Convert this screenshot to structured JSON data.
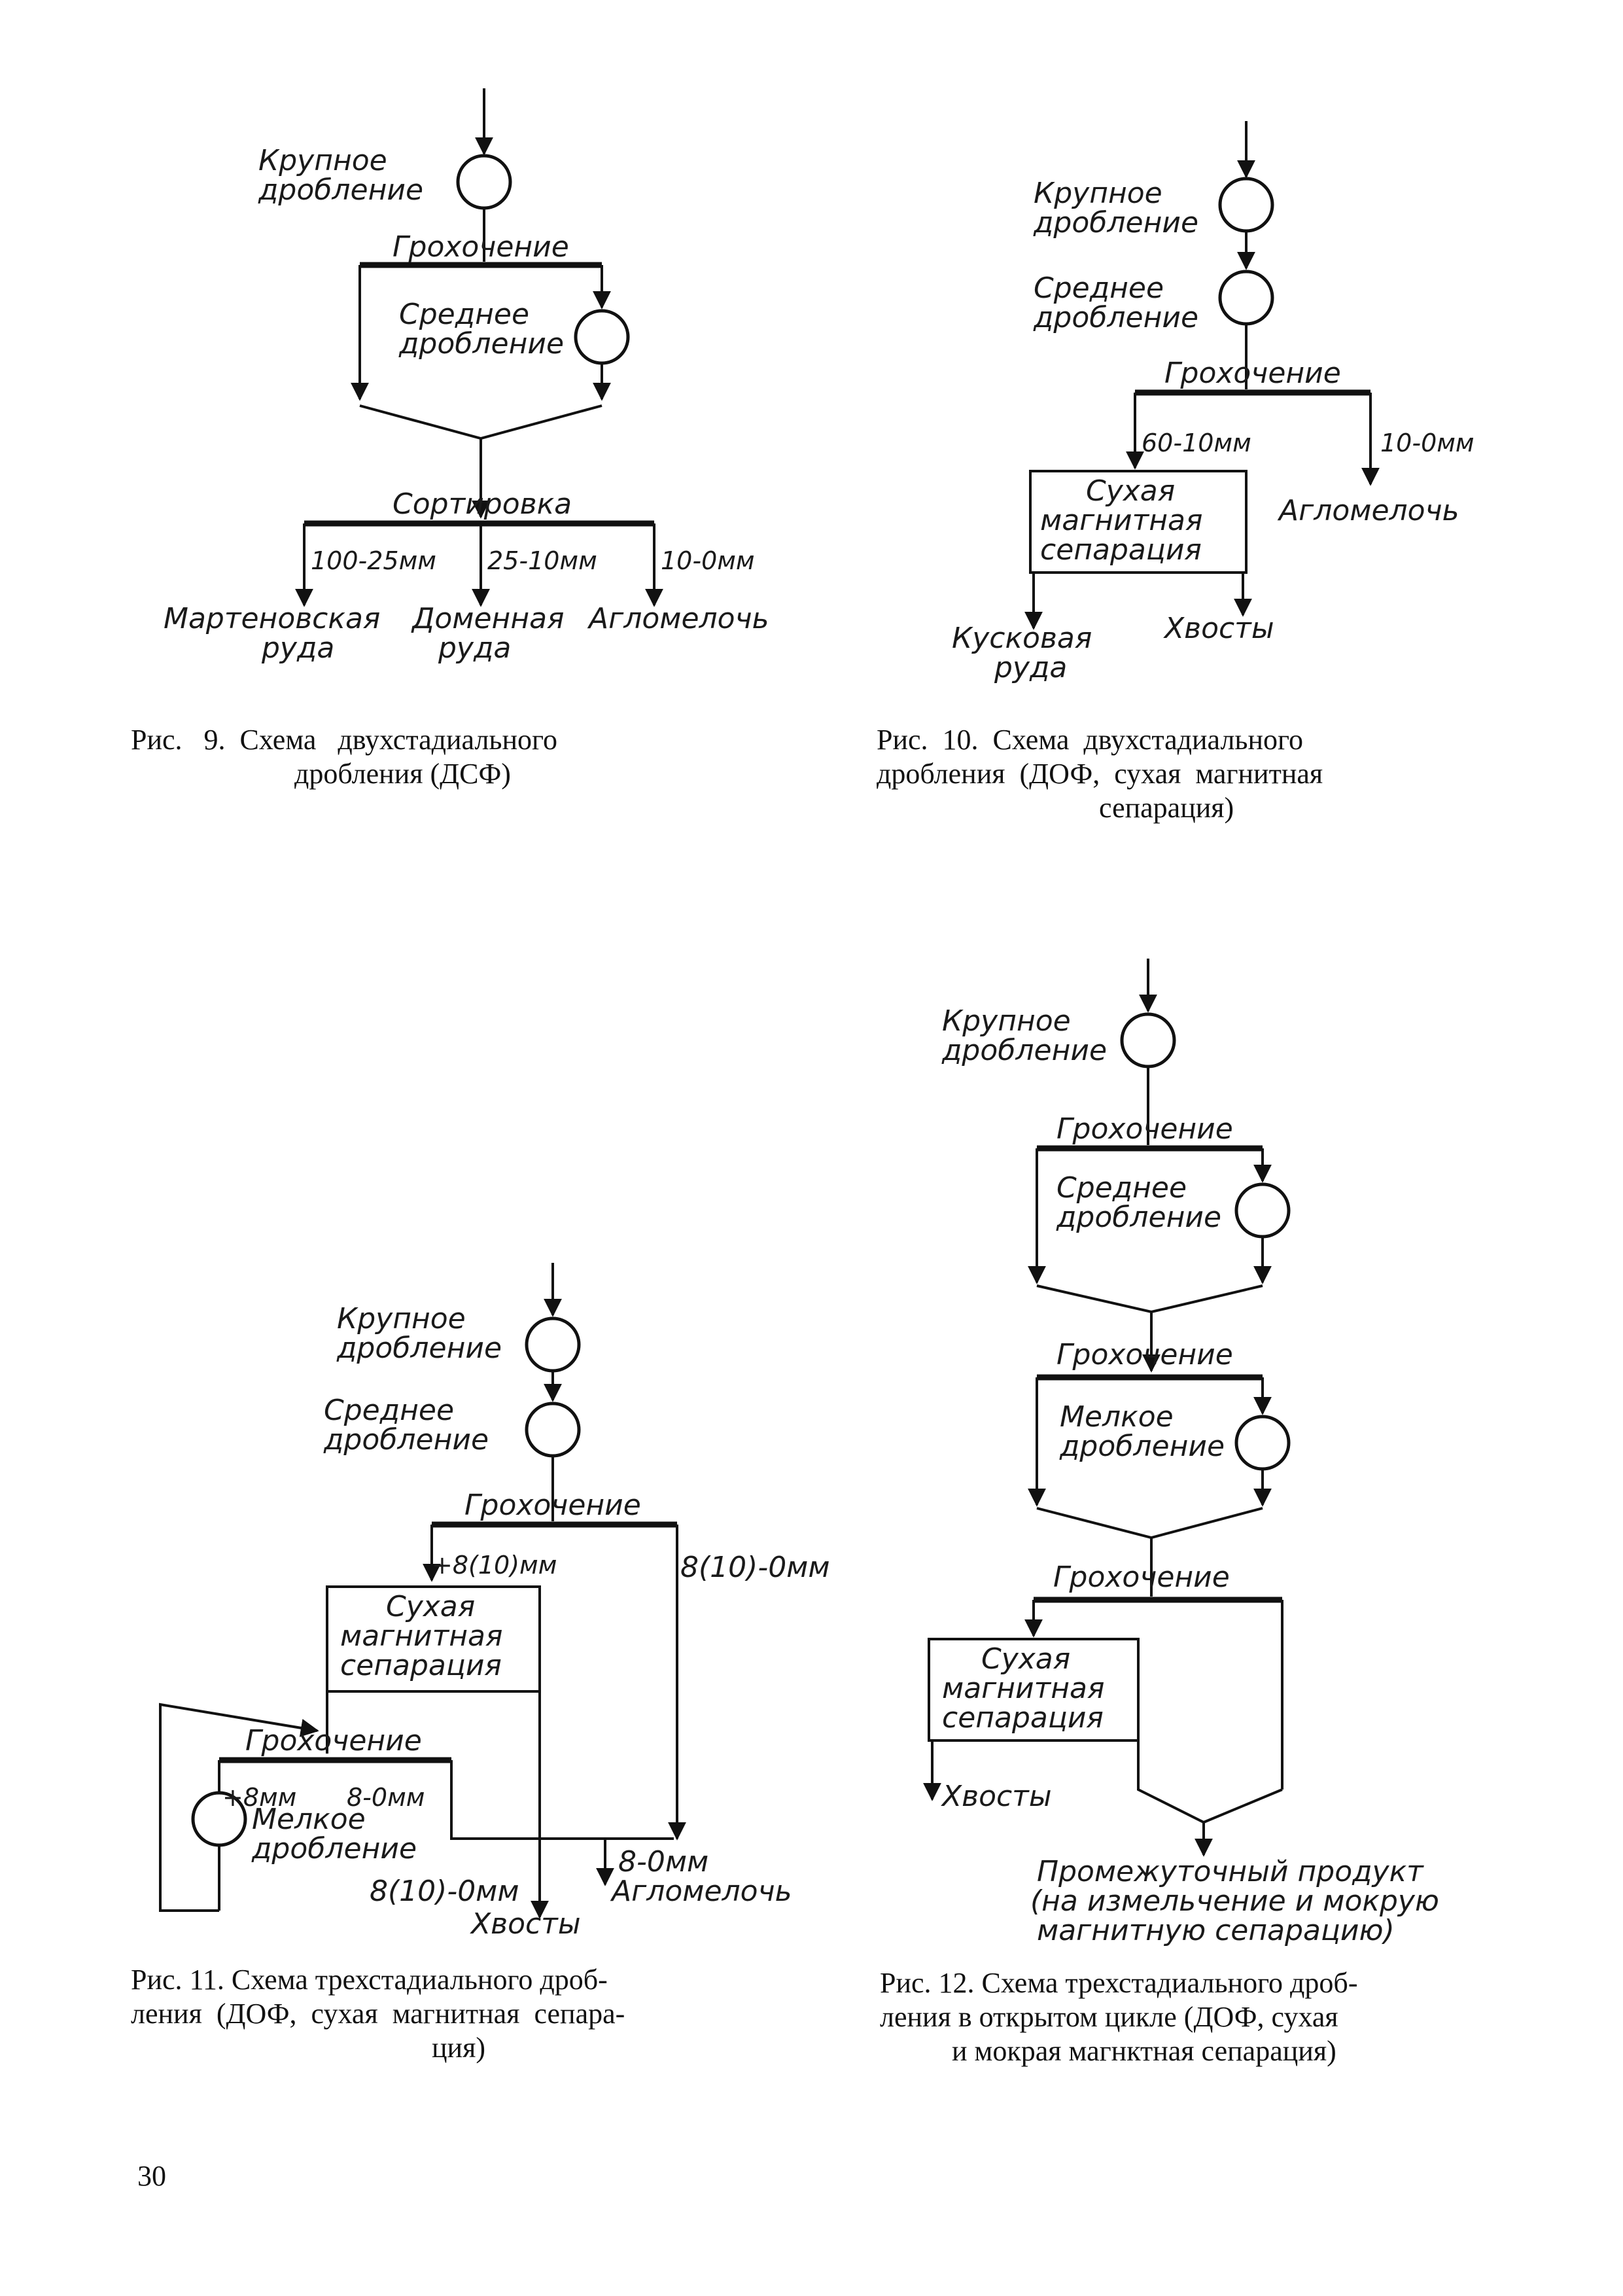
{
  "fig9": {
    "labels": {
      "coarse": [
        "Крупное",
        "дробление"
      ],
      "screening": "Грохочение",
      "medium": [
        "Среднее",
        "дробление"
      ],
      "sorting": "Сортировка",
      "size1": "100-25мм",
      "size2": "25-10мм",
      "size3": "10-0мм",
      "prod1": [
        "Мартеновская",
        "руда"
      ],
      "prod2": [
        "Доменная",
        "руда"
      ],
      "prod3": "Агломелочь"
    },
    "caption": [
      "Рис.   9.  Схема   двухстадиального",
      "дробления (ДСФ)"
    ]
  },
  "fig10": {
    "labels": {
      "coarse": [
        "Крупное",
        "дробление"
      ],
      "medium": [
        "Среднее",
        "дробление"
      ],
      "screening": "Грохочение",
      "size1": "60-10мм",
      "size2": "10-0мм",
      "box": [
        "Сухая",
        "магнитная",
        "сепарация"
      ],
      "agglo": "Агломелочь",
      "lump": [
        "Кусковая",
        "руда"
      ],
      "tails": "Хвосты"
    },
    "caption": [
      "Рис.  10.  Схема  двухстадиального",
      "дробления  (ДОФ,  сухая  магнитная",
      "сепарация)"
    ]
  },
  "fig11": {
    "labels": {
      "coarse": [
        "Крупное",
        "дробление"
      ],
      "medium": [
        "Среднее",
        "дробление"
      ],
      "screening1": "Грохочение",
      "size1": "+8(10)мм",
      "size2": "8(10)-0мм",
      "box": [
        "Сухая",
        "магнитная",
        "сепарация"
      ],
      "screening2": "Грохочение",
      "size3": "+8мм",
      "size4": "8-0мм",
      "fine": [
        "Мелкое",
        "дробление"
      ],
      "size5": "8(10)-0мм",
      "tails": "Хвосты",
      "size6": "8-0мм",
      "agglo": "Агломелочь"
    },
    "caption": [
      "Рис. 11. Схема трехстадиального дроб-",
      "ления  (ДОФ,  сухая  магнитная  сепара-",
      "ция)"
    ]
  },
  "fig12": {
    "labels": {
      "coarse": [
        "Крупное",
        "дробление"
      ],
      "screening1": "Грохочение",
      "medium": [
        "Среднее",
        "дробление"
      ],
      "screening2": "Грохочение",
      "fine": [
        "Мелкое",
        "дробление"
      ],
      "screening3": "Грохочение",
      "box": [
        "Сухая",
        "магнитная",
        "сепарация"
      ],
      "tails": "Хвосты",
      "product": [
        "Промежуточный продукт",
        "(на измельчение и мокрую",
        "магнитную сепарацию)"
      ]
    },
    "caption": [
      "Рис. 12. Схема трехстадиального дроб-",
      "ления в открытом цикле (ДОФ, сухая",
      "и мокрая магнктная сепарация)"
    ]
  },
  "page_number": "30"
}
